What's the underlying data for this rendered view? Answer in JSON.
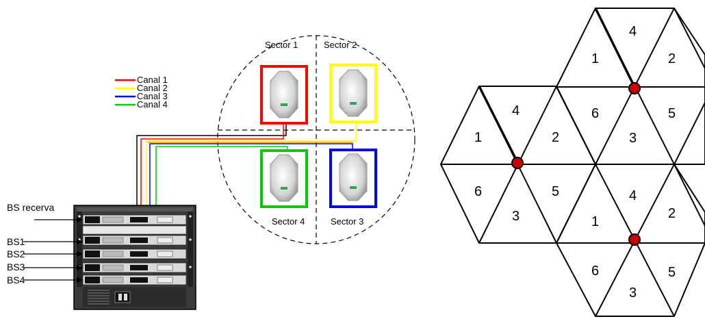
{
  "legend": {
    "items": [
      {
        "label": "Canal 1",
        "color": "#ff0000"
      },
      {
        "label": "Canal 2",
        "color": "#ffff00"
      },
      {
        "label": "Canal 3",
        "color": "#0000ff"
      },
      {
        "label": "Canal 4",
        "color": "#00cc00"
      }
    ]
  },
  "sectors": {
    "s1": "Sector 1",
    "s2": "Sector 2",
    "s3": "Sector 3",
    "s4": "Sector 4"
  },
  "antenna_colors": {
    "s1": "#ff0000",
    "s2": "#ffff00",
    "s3": "#0000ff",
    "s4": "#00cc00"
  },
  "rack": {
    "bs_reserve": "BS recerva",
    "bs1": "BS1",
    "bs2": "BS2",
    "bs3": "BS3",
    "bs4": "BS4"
  },
  "grid_labels": {
    "t1": "1",
    "t2": "2",
    "t3": "3",
    "t4": "4",
    "t5": "5",
    "t6": "6",
    "t7": "1",
    "t8": "2",
    "t9": "3",
    "t10": "4",
    "t11": "5",
    "t12": "6",
    "t13": "1",
    "t14": "2",
    "t15": "3",
    "t16": "4",
    "t17": "5",
    "t18": "6"
  },
  "node_color": "#cc0000"
}
